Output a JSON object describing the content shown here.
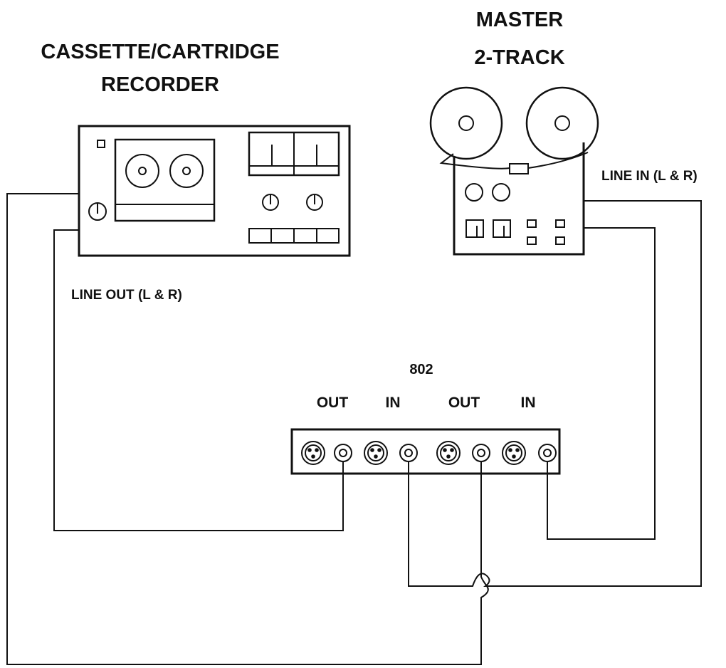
{
  "recorder": {
    "title_line1": "CASSETTE/CARTRIDGE",
    "title_line2": "RECORDER",
    "output_label": "LINE OUT (L & R)"
  },
  "master": {
    "title_line1": "MASTER",
    "title_line2": "2-TRACK",
    "input_label": "LINE IN (L & R)"
  },
  "unit": {
    "name": "802",
    "jack_labels": [
      "OUT",
      "IN",
      "OUT",
      "IN"
    ]
  },
  "colors": {
    "ink": "#111111",
    "background": "#ffffff"
  }
}
